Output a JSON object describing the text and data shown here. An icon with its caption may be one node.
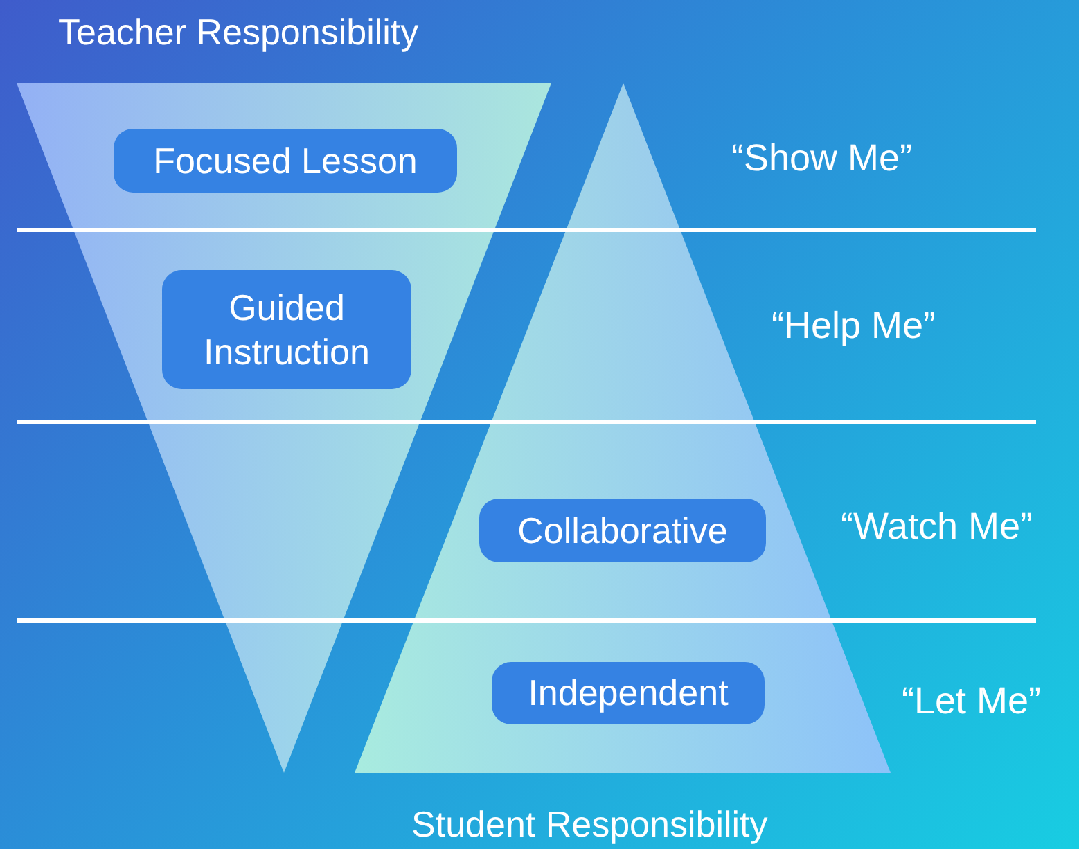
{
  "diagram": {
    "nodes": [
      {
        "text": [
          "Teacher Responsibility"
        ]
      },
      {
        "text": [
          "Student Responsibility"
        ]
      },
      {
        "text": [
          "Focused Lesson"
        ],
        "in": 0
      },
      {
        "text": [
          "Guided Instruction"
        ],
        "in": 0
      },
      {
        "text": [
          "Collaborative"
        ],
        "in": 1
      },
      {
        "text": [
          "Independent"
        ],
        "in": 1
      }
    ],
    "labels": [
      "“Show Me”",
      "“Help Me”",
      "“Watch Me”",
      "“Let Me”"
    ]
  }
}
